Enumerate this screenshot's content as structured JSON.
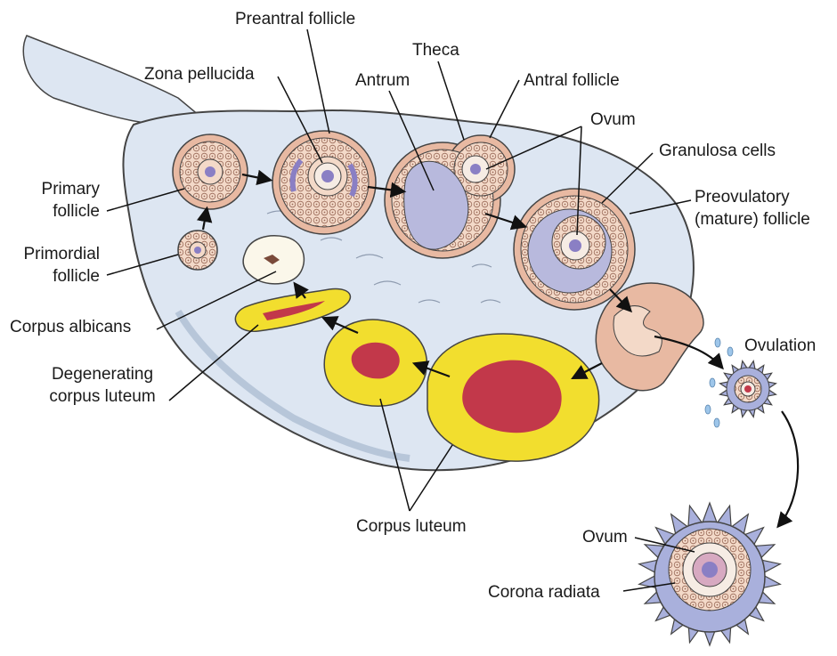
{
  "labels": {
    "preantral_follicle": "Preantral follicle",
    "zona_pellucida": "Zona pellucida",
    "theca": "Theca",
    "antrum": "Antrum",
    "antral_follicle": "Antral follicle",
    "ovum_top": "Ovum",
    "granulosa_cells": "Granulosa cells",
    "preovulatory_line1": "Preovulatory",
    "preovulatory_line2": "(mature) follicle",
    "primary_line1": "Primary",
    "primary_line2": "follicle",
    "primordial_line1": "Primordial",
    "primordial_line2": "follicle",
    "corpus_albicans": "Corpus albicans",
    "degenerating_line1": "Degenerating",
    "degenerating_line2": "corpus luteum",
    "ovulation": "Ovulation",
    "corpus_luteum": "Corpus luteum",
    "ovum_bottom": "Ovum",
    "corona_radiata": "Corona radiata"
  },
  "colors": {
    "stroma": "#dde6f2",
    "outline": "#444444",
    "follicle_fill": "#e8b9a2",
    "granulosa": "#f3d9c8",
    "antrum": "#b8b9dd",
    "nucleus": "#8a7fc4",
    "luteum_yellow": "#f2de2e",
    "luteum_red": "#c2384a",
    "corona_blue": "#a9b0dc"
  }
}
